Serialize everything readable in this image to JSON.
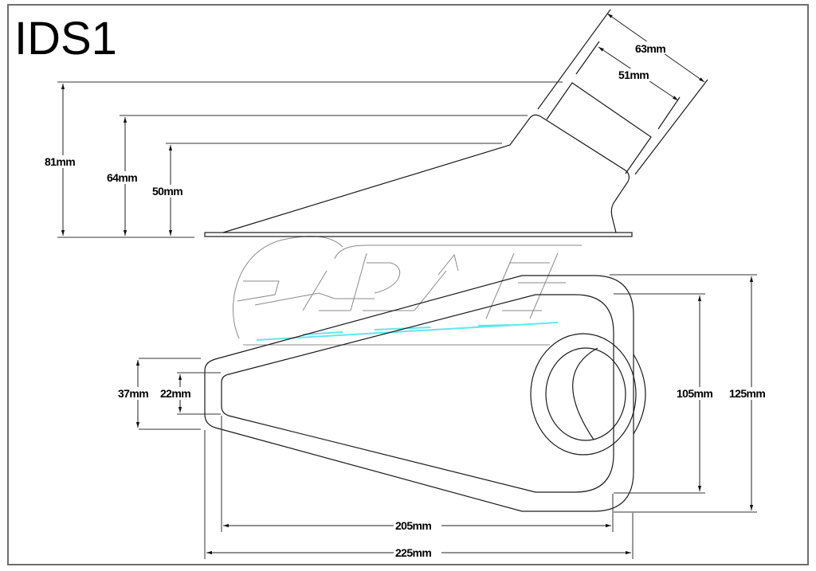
{
  "drawing": {
    "title": "IDS1",
    "watermark": "logo-watermark",
    "side_view": {
      "dimensions": {
        "overall_height": "81mm",
        "mid_height": "64mm",
        "low_height": "50mm",
        "outer_diameter": "63mm",
        "inner_diameter": "51mm"
      }
    },
    "top_view": {
      "dimensions": {
        "outer_nose_width": "37mm",
        "inner_nose_width": "22mm",
        "inner_width": "105mm",
        "outer_width": "125mm",
        "inner_length": "205mm",
        "outer_length": "225mm"
      }
    },
    "colors": {
      "line": "#1a1a1a",
      "frame": "#6e6e6e",
      "watermark_accent": "#5ee8ee"
    }
  }
}
